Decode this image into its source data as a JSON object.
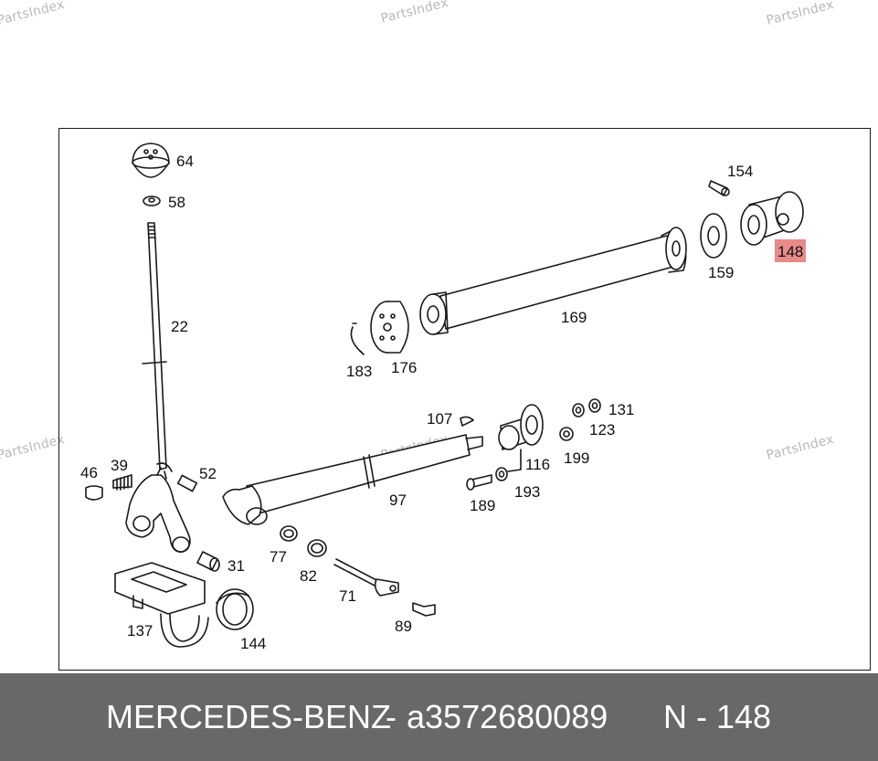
{
  "watermark": "PartsIndex",
  "labels": {
    "p64": "64",
    "p58": "58",
    "p22": "22",
    "p46": "46",
    "p39": "39",
    "p52": "52",
    "p31": "31",
    "p137": "137",
    "p144": "144",
    "p77": "77",
    "p82": "82",
    "p71": "71",
    "p89": "89",
    "p97": "97",
    "p107": "107",
    "p189": "189",
    "p193": "193",
    "p116": "116",
    "p199": "199",
    "p123": "123",
    "p131": "131",
    "p183": "183",
    "p176": "176",
    "p169": "169",
    "p159": "159",
    "p154": "154",
    "p148": "148"
  },
  "highlight_color": "#e88a8a",
  "footer": {
    "brand": "MERCEDES-BENZ",
    "separator": "-",
    "part_number": "a3572680089",
    "position": "N - 148"
  }
}
